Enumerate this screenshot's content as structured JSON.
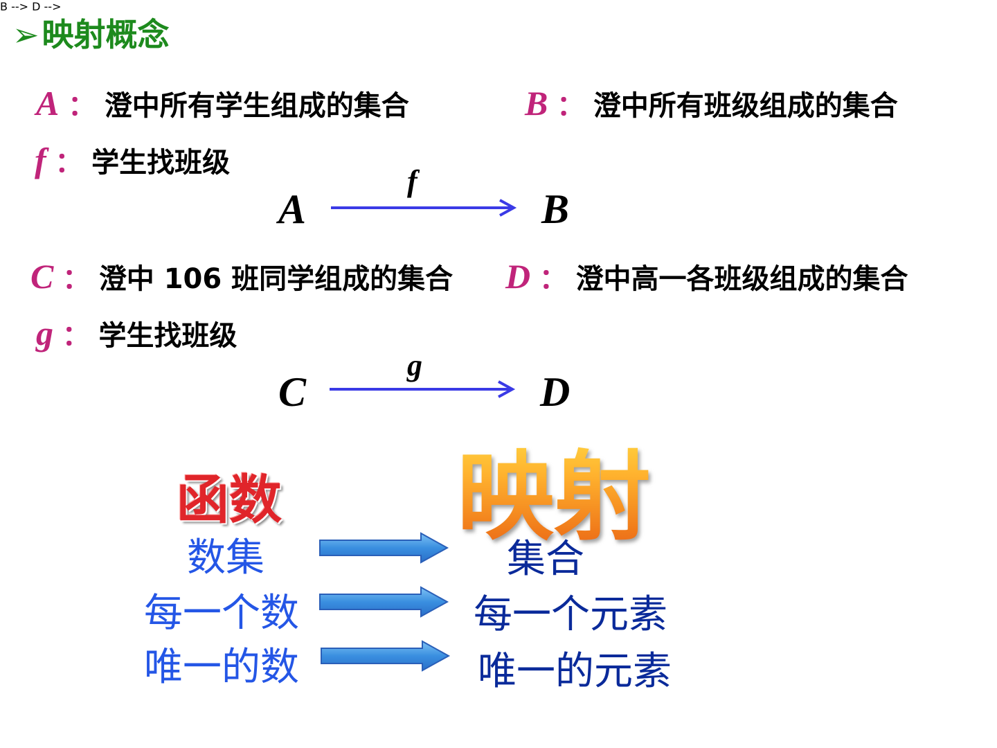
{
  "title": {
    "bullet": "➢",
    "text": "映射概念"
  },
  "row1": {
    "a_sym": "A",
    "a_colon": "：",
    "a_text": "澄中所有学生组成的集合",
    "b_sym": "B",
    "b_colon": "：",
    "b_text": "澄中所有班级组成的集合"
  },
  "row2": {
    "f_sym": "f",
    "f_colon": "：",
    "f_text": "学生找班级"
  },
  "map1": {
    "from": "A",
    "label": "f",
    "to": "B"
  },
  "row3": {
    "c_sym": "C",
    "c_colon": "：",
    "c_text": "澄中 106 班同学组成的集合",
    "d_sym": "D",
    "d_colon": "：",
    "d_text": "澄中高一各班级组成的集合"
  },
  "row4": {
    "g_sym": "g",
    "g_colon": "：",
    "g_text": "学生找班级"
  },
  "map2": {
    "from": "C",
    "label": "g",
    "to": "D"
  },
  "headings": {
    "function": "函数",
    "mapping": "映射"
  },
  "comparison": [
    {
      "left": "数集",
      "right": "集合"
    },
    {
      "left": "每一个数",
      "right": "每一个元素"
    },
    {
      "left": "唯一的数",
      "right": "唯一的元素"
    }
  ],
  "colors": {
    "title": "#1d8a1d",
    "symbol": "#c0247a",
    "map_arrow": "#3a3ae6",
    "block_arrow": "#3a8fe0",
    "left_col": "#2456e6",
    "right_col": "#0a2a9a",
    "function_heading": "#e0252a",
    "mapping_heading": "#f5a02a"
  }
}
